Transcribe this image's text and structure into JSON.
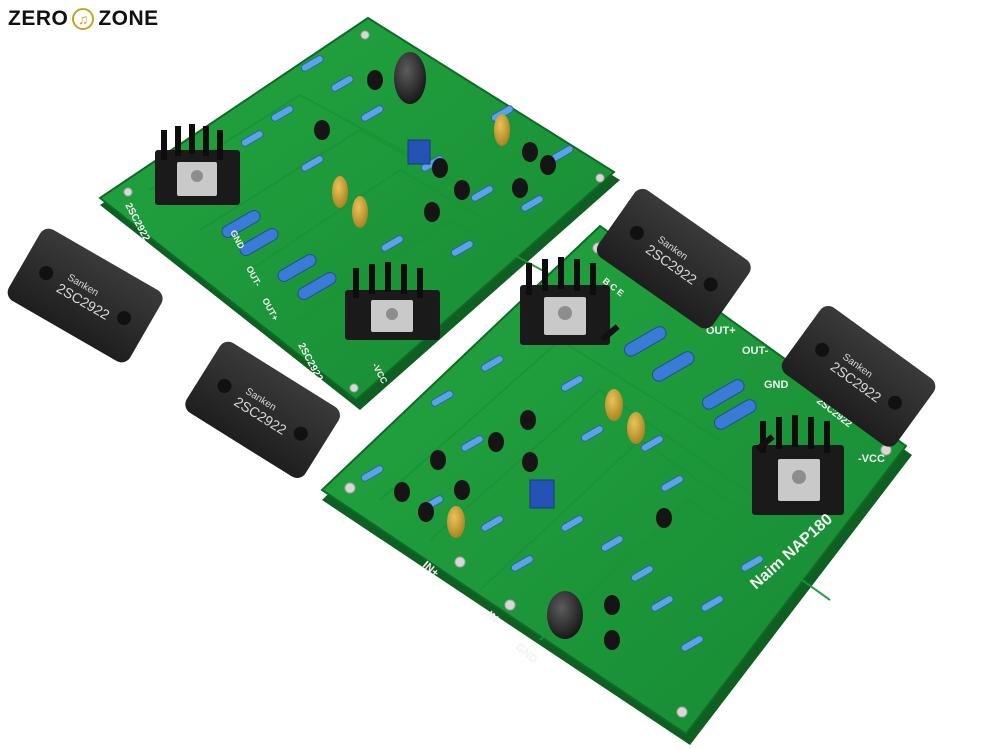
{
  "logo": {
    "left": "ZERO",
    "right": "ZONE",
    "icon": "music-note-icon"
  },
  "silkscreen": {
    "board_label": "Naim NAP180",
    "vcc": "-VCC",
    "out_plus": "OUT+",
    "out_minus": "OUT-",
    "gnd": "GND",
    "in_plus": "IN+",
    "in_minus": "IN-",
    "transistor_ref": "2SC2922",
    "bce": "B  C  E"
  },
  "power_transistor": {
    "brand": "Sanken",
    "part": "2SC2922"
  },
  "colors": {
    "pcb": "#1f9a3a",
    "pcb_dark": "#13752a",
    "transistor": "#2b2b2b",
    "heatsink": "#1a1a1a",
    "resistor": "#3a7bd5"
  }
}
